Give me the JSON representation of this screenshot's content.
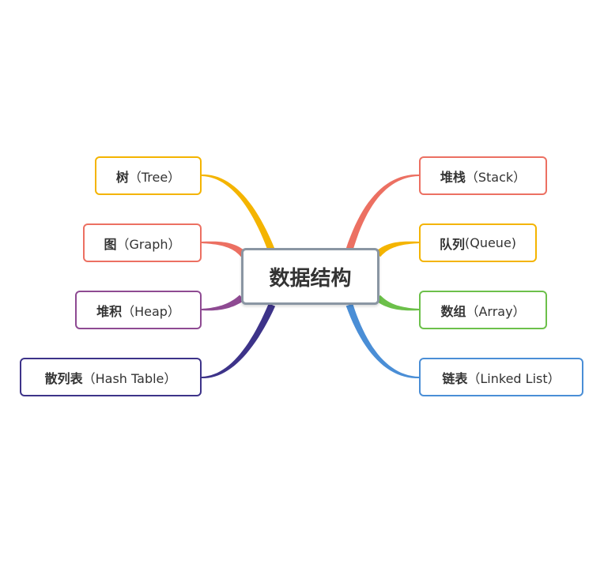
{
  "center": {
    "label": "数据结构",
    "color": "#8A96A3"
  },
  "nodes": [
    {
      "id": "tree",
      "zh": "树",
      "en": "（Tree）",
      "color": "#F4B400"
    },
    {
      "id": "graph",
      "zh": "图",
      "en": "（Graph）",
      "color": "#EC7062"
    },
    {
      "id": "heap",
      "zh": "堆积",
      "en": "（Heap）",
      "color": "#8E4A92"
    },
    {
      "id": "hash",
      "zh": "散列表",
      "en": "（Hash Table）",
      "color": "#3D3389"
    },
    {
      "id": "stack",
      "zh": "堆栈",
      "en": "（Stack）",
      "color": "#EC7062"
    },
    {
      "id": "queue",
      "zh": "队列",
      "en": "(Queue)",
      "color": "#F4B400"
    },
    {
      "id": "array",
      "zh": "数组",
      "en": "（Array）",
      "color": "#6CC04A"
    },
    {
      "id": "linked",
      "zh": "链表",
      "en": "（Linked List）",
      "color": "#4A8ED6"
    }
  ]
}
